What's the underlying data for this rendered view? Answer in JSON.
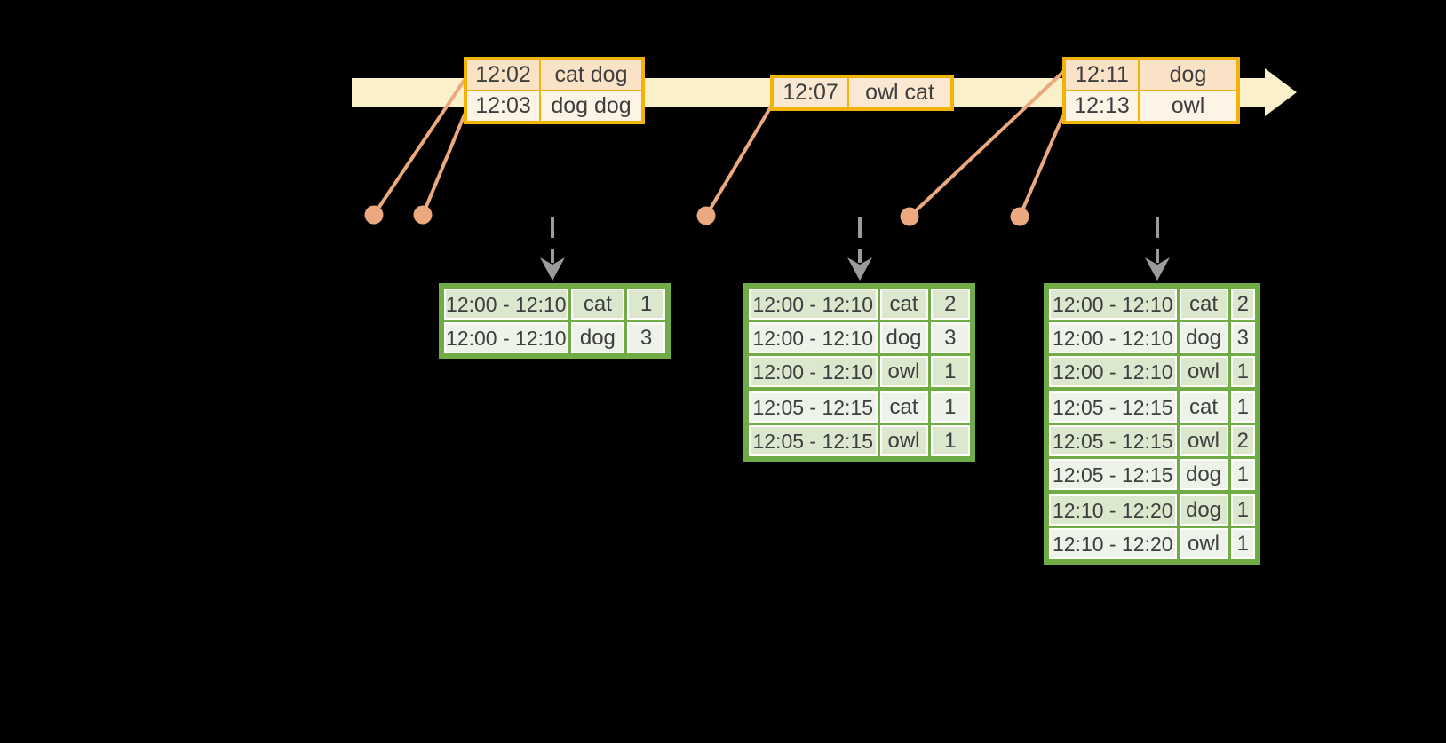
{
  "colors": {
    "background": "#000000",
    "timeline_bar": "#FAF0CA",
    "event_table_border": "#F3B306",
    "event_row_dark": "#FAE2C6",
    "event_row_light": "#FDF4E6",
    "event_row_single": "#FBE8D2",
    "connector_salmon": "#ECA87E",
    "trigger_arrow_gray": "#9B9B9B",
    "result_table_border": "#70AC46",
    "result_row_dark": "#DCE8CE",
    "result_row_light": "#EEF3EA",
    "text": "#3E3E3E"
  },
  "event_tables": [
    {
      "rows": [
        {
          "time": "12:02",
          "words": "cat dog"
        },
        {
          "time": "12:03",
          "words": "dog dog"
        }
      ]
    },
    {
      "rows": [
        {
          "time": "12:07",
          "words": "owl cat"
        }
      ]
    },
    {
      "rows": [
        {
          "time": "12:11",
          "words": "dog"
        },
        {
          "time": "12:13",
          "words": "owl"
        }
      ]
    }
  ],
  "result_tables": [
    {
      "rows": [
        [
          "12:00 - 12:10",
          "cat",
          "1"
        ],
        [
          "12:00 - 12:10",
          "dog",
          "3"
        ]
      ]
    },
    {
      "rows": [
        [
          "12:00 - 12:10",
          "cat",
          "2"
        ],
        [
          "12:00 - 12:10",
          "dog",
          "3"
        ],
        [
          "12:00 - 12:10",
          "owl",
          "1"
        ],
        [
          "12:05 - 12:15",
          "cat",
          "1"
        ],
        [
          "12:05 - 12:15",
          "owl",
          "1"
        ]
      ]
    },
    {
      "rows": [
        [
          "12:00 - 12:10",
          "cat",
          "2"
        ],
        [
          "12:00 - 12:10",
          "dog",
          "3"
        ],
        [
          "12:00 - 12:10",
          "owl",
          "1"
        ],
        [
          "12:05 - 12:15",
          "cat",
          "1"
        ],
        [
          "12:05 - 12:15",
          "owl",
          "2"
        ],
        [
          "12:05 - 12:15",
          "dog",
          "1"
        ],
        [
          "12:10 - 12:20",
          "dog",
          "1"
        ],
        [
          "12:10 - 12:20",
          "owl",
          "1"
        ]
      ]
    }
  ]
}
